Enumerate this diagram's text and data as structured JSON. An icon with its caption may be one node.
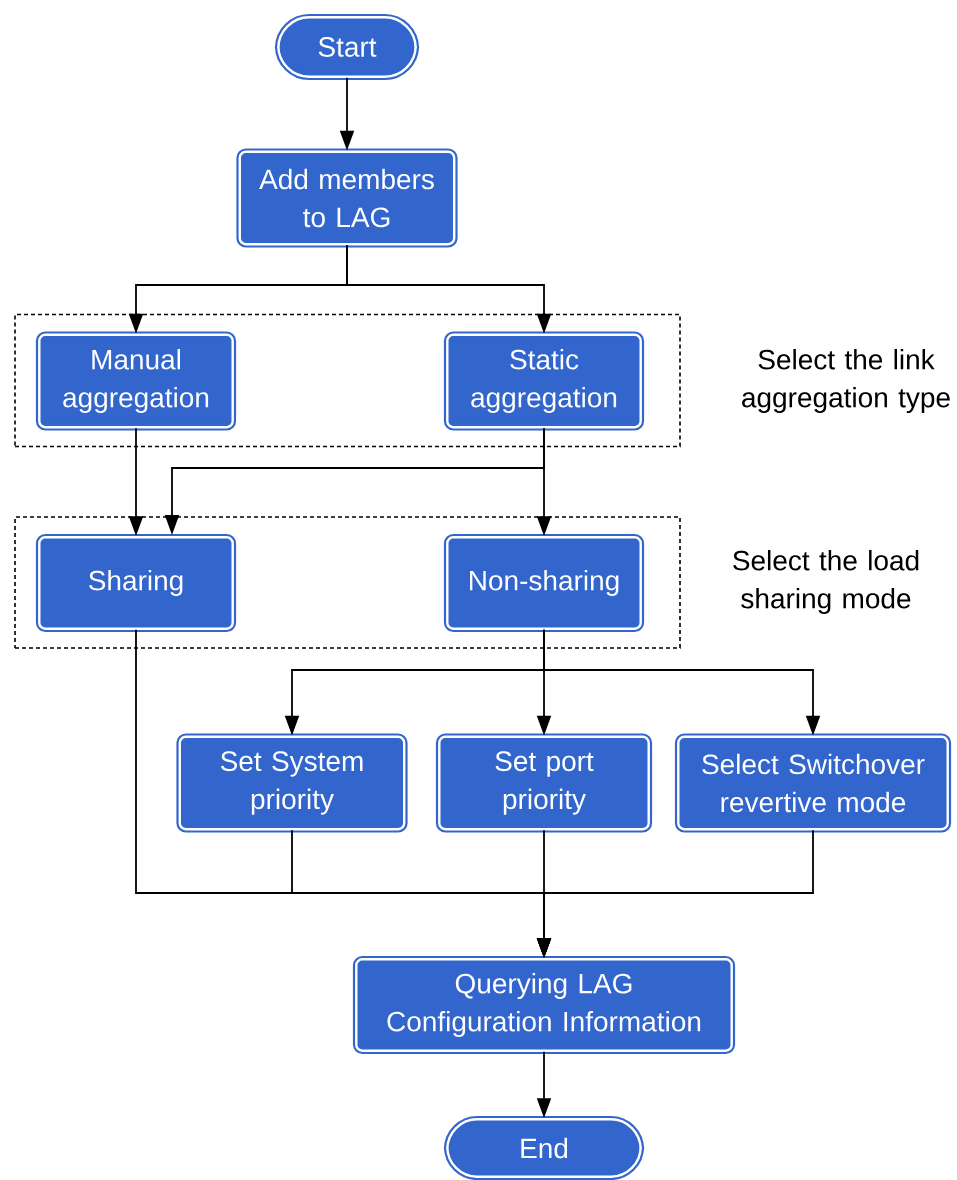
{
  "diagram": {
    "nodes": [
      {
        "text": [
          "Start"
        ]
      },
      {
        "text": [
          "Add members to LAG"
        ]
      },
      {
        "text": [
          "Select the link aggregation type"
        ]
      },
      {
        "text": [
          "Manual aggregation"
        ],
        "in": 2
      },
      {
        "text": [
          "Static aggregation"
        ],
        "in": 2
      },
      {
        "text": [
          "Select the load sharing mode"
        ]
      },
      {
        "text": [
          "Sharing"
        ],
        "in": 5
      },
      {
        "text": [
          "Non-sharing"
        ],
        "in": 5
      },
      {
        "text": [
          "Set System priority"
        ]
      },
      {
        "text": [
          "Set port priority"
        ]
      },
      {
        "text": [
          "Select Switchover revertive mode"
        ]
      },
      {
        "text": [
          "Querying LAG Configuration Information"
        ]
      },
      {
        "text": [
          "End"
        ]
      }
    ],
    "edges": [
      {
        "from": 0,
        "to": 1,
        "arrow": "to"
      },
      {
        "from": 1,
        "to": 3,
        "arrow": "to"
      },
      {
        "from": 1,
        "to": 4,
        "arrow": "to"
      },
      {
        "from": 3,
        "to": 6,
        "arrow": "to"
      },
      {
        "from": 4,
        "to": 6,
        "arrow": "to"
      },
      {
        "from": 4,
        "to": 7,
        "arrow": "to"
      },
      {
        "from": 7,
        "to": 8,
        "arrow": "to"
      },
      {
        "from": 7,
        "to": 9,
        "arrow": "to"
      },
      {
        "from": 7,
        "to": 10,
        "arrow": "to"
      },
      {
        "from": 6,
        "to": 11,
        "arrow": "to"
      },
      {
        "from": 8,
        "to": 11,
        "arrow": "to"
      },
      {
        "from": 9,
        "to": 11,
        "arrow": "to"
      },
      {
        "from": 10,
        "to": 11,
        "arrow": "to"
      },
      {
        "from": 11,
        "to": 12,
        "arrow": "to"
      }
    ]
  }
}
